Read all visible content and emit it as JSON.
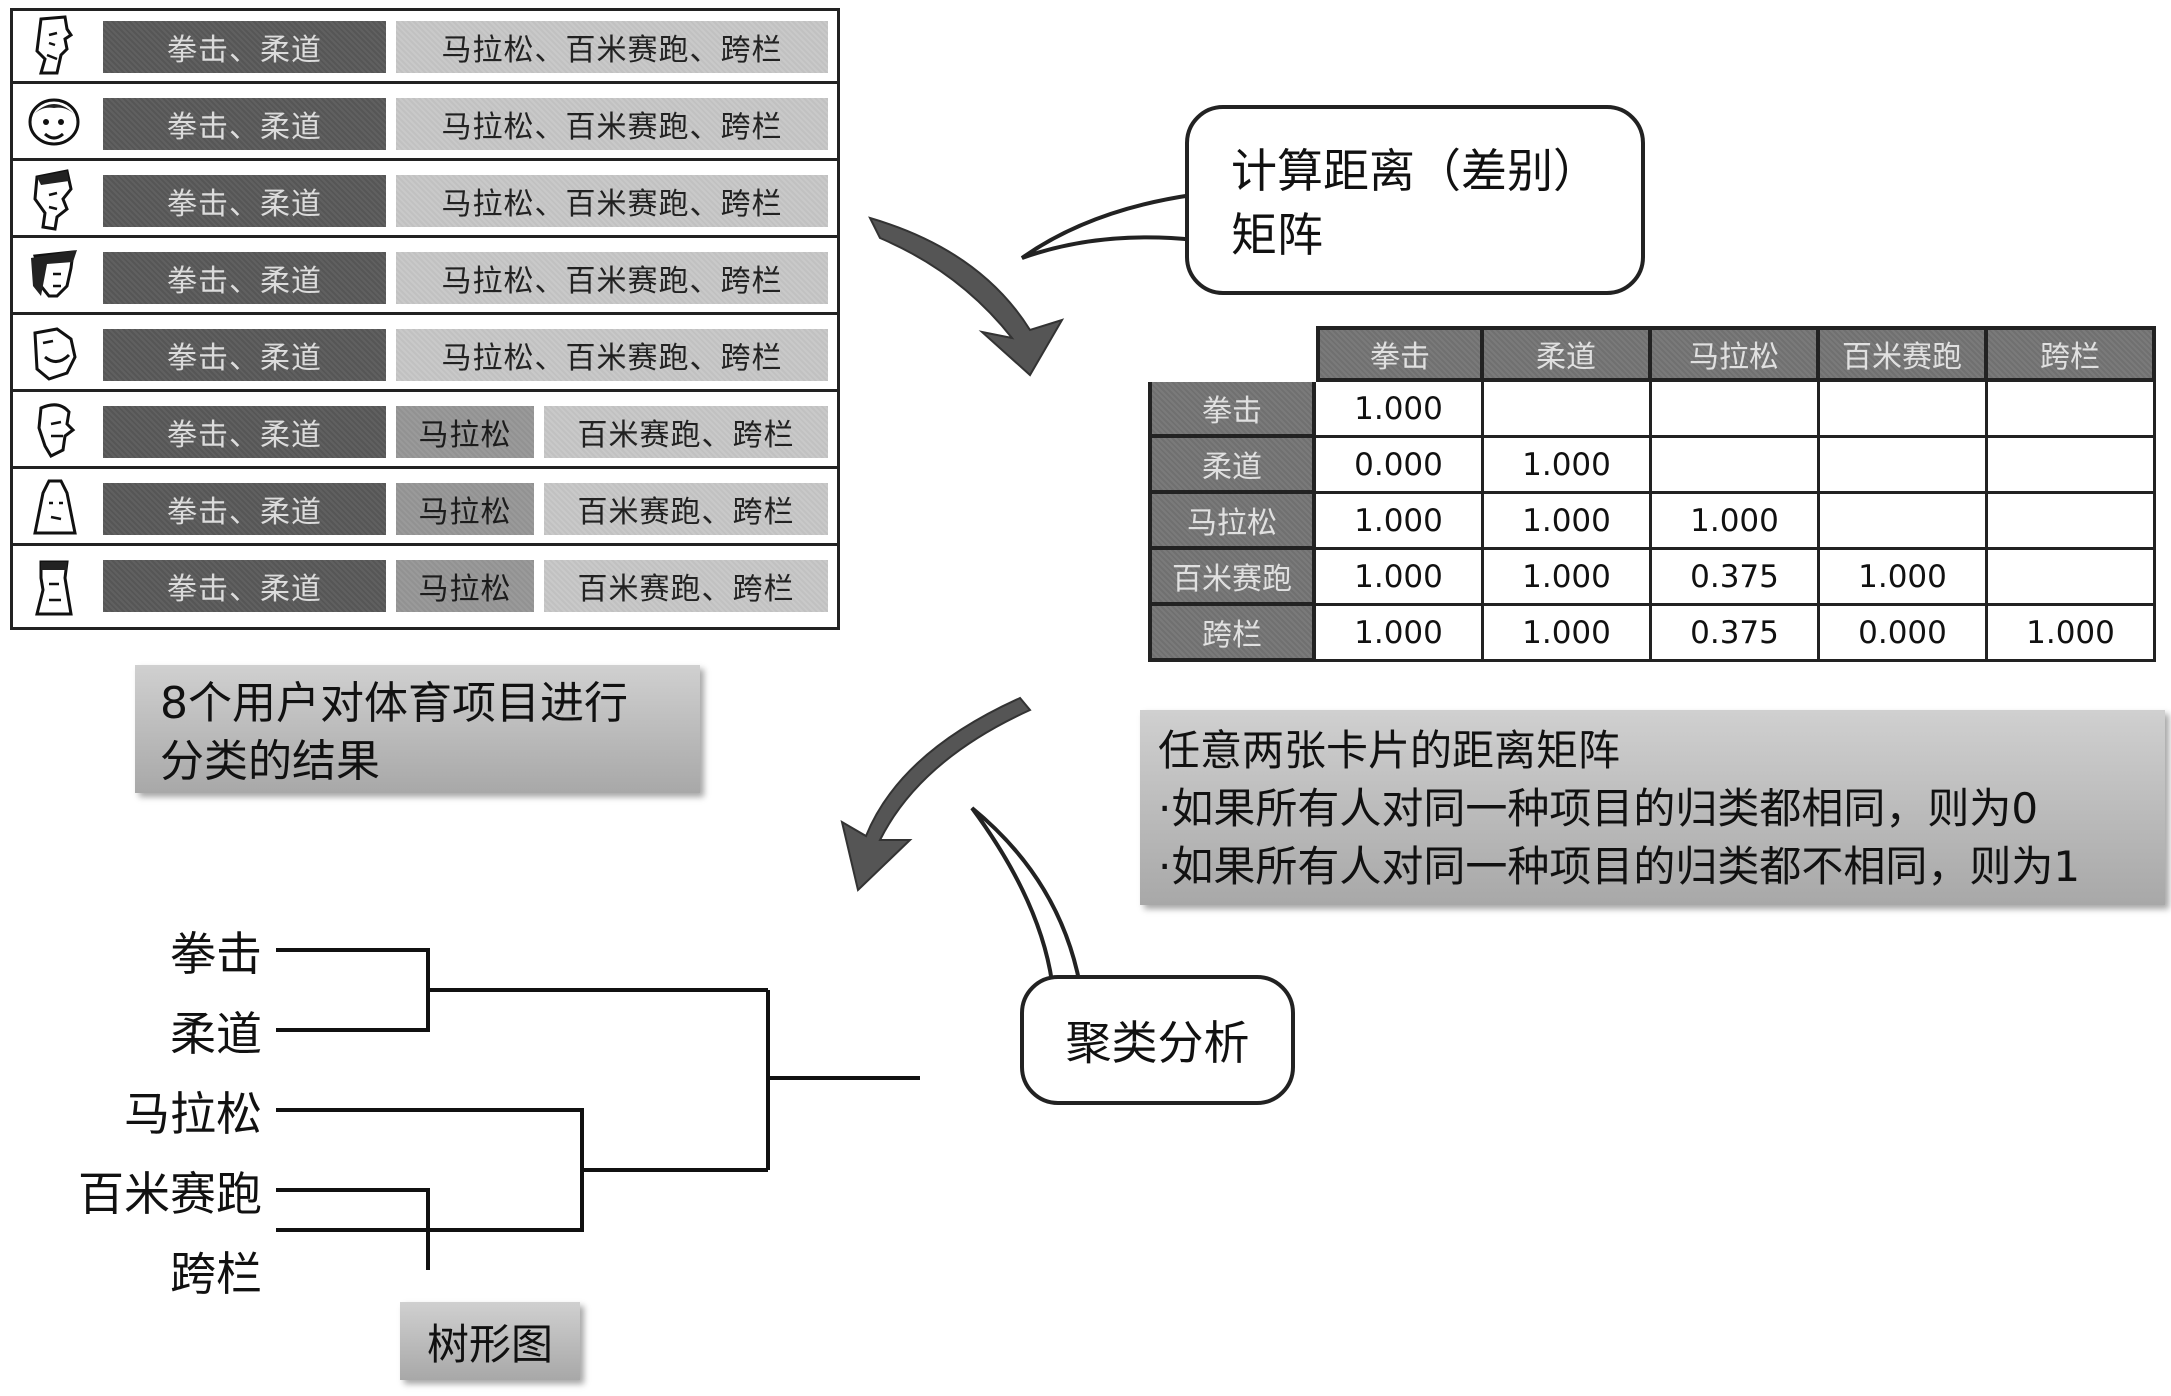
{
  "user_cards": [
    {
      "avatar": "user-avatar-1-icon",
      "groups": [
        "拳击、柔道",
        "马拉松、百米赛跑、跨栏"
      ]
    },
    {
      "avatar": "user-avatar-2-icon",
      "groups": [
        "拳击、柔道",
        "马拉松、百米赛跑、跨栏"
      ]
    },
    {
      "avatar": "user-avatar-3-icon",
      "groups": [
        "拳击、柔道",
        "马拉松、百米赛跑、跨栏"
      ]
    },
    {
      "avatar": "user-avatar-4-icon",
      "groups": [
        "拳击、柔道",
        "马拉松、百米赛跑、跨栏"
      ]
    },
    {
      "avatar": "user-avatar-5-icon",
      "groups": [
        "拳击、柔道",
        "马拉松、百米赛跑、跨栏"
      ]
    },
    {
      "avatar": "user-avatar-6-icon",
      "groups": [
        "拳击、柔道",
        "马拉松",
        "百米赛跑、跨栏"
      ]
    },
    {
      "avatar": "user-avatar-7-icon",
      "groups": [
        "拳击、柔道",
        "马拉松",
        "百米赛跑、跨栏"
      ]
    },
    {
      "avatar": "user-avatar-8-icon",
      "groups": [
        "拳击、柔道",
        "马拉松",
        "百米赛跑、跨栏"
      ]
    }
  ],
  "users_caption": {
    "line1": "8个用户对体育项目进行",
    "line2": "分类的结果"
  },
  "bubble_distance": {
    "line1": "计算距离（差别）",
    "line2": "矩阵"
  },
  "matrix": {
    "columns": [
      "拳击",
      "柔道",
      "马拉松",
      "百米赛跑",
      "跨栏"
    ],
    "rows": [
      {
        "label": "拳击",
        "values": [
          "1.000",
          "",
          "",
          "",
          ""
        ]
      },
      {
        "label": "柔道",
        "values": [
          "0.000",
          "1.000",
          "",
          "",
          ""
        ]
      },
      {
        "label": "马拉松",
        "values": [
          "1.000",
          "1.000",
          "1.000",
          "",
          ""
        ]
      },
      {
        "label": "百米赛跑",
        "values": [
          "1.000",
          "1.000",
          "0.375",
          "1.000",
          ""
        ]
      },
      {
        "label": "跨栏",
        "values": [
          "1.000",
          "1.000",
          "0.375",
          "0.000",
          "1.000"
        ]
      }
    ]
  },
  "matrix_caption": {
    "title": "任意两张卡片的距离矩阵",
    "bullet1": "·如果所有人对同一种项目的归类都相同，则为0",
    "bullet2": "·如果所有人对同一种项目的归类都不相同，则为1"
  },
  "bubble_cluster": {
    "label": "聚类分析"
  },
  "dendrogram": {
    "leaves": [
      "拳击",
      "柔道",
      "马拉松",
      "百米赛跑",
      "跨栏"
    ]
  },
  "tree_caption": {
    "label": "树形图"
  },
  "colors": {
    "dark_group": "#565656",
    "mid_group": "#9a9a9a",
    "light_group": "#c9c9c9",
    "caption_gray": "#bdbdbd",
    "line": "#111111"
  }
}
